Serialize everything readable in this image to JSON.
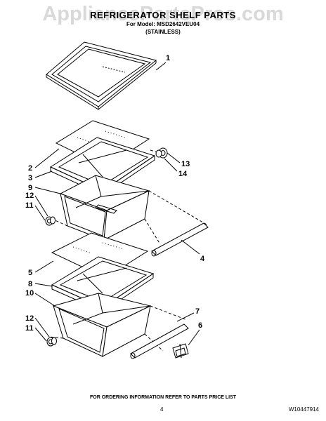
{
  "watermark": "AppliancePartsPros.com",
  "header": {
    "title": "REFRIGERATOR SHELF PARTS",
    "subtitle": "For Model: MSD2642VEU04",
    "variant": "(STAINLESS)"
  },
  "callouts": {
    "c1": "1",
    "c2": "2",
    "c3": "3",
    "c9": "9",
    "c12a": "12",
    "c11a": "11",
    "c13": "13",
    "c14": "14",
    "c4": "4",
    "c5": "5",
    "c8": "8",
    "c10": "10",
    "c7": "7",
    "c6": "6",
    "c12b": "12",
    "c11b": "11"
  },
  "footer": {
    "order_note": "FOR ORDERING INFORMATION REFER TO PARTS PRICE LIST",
    "page": "4",
    "doc_number": "W10447914"
  },
  "colors": {
    "line": "#000000",
    "watermark": "#d9d9d9"
  }
}
